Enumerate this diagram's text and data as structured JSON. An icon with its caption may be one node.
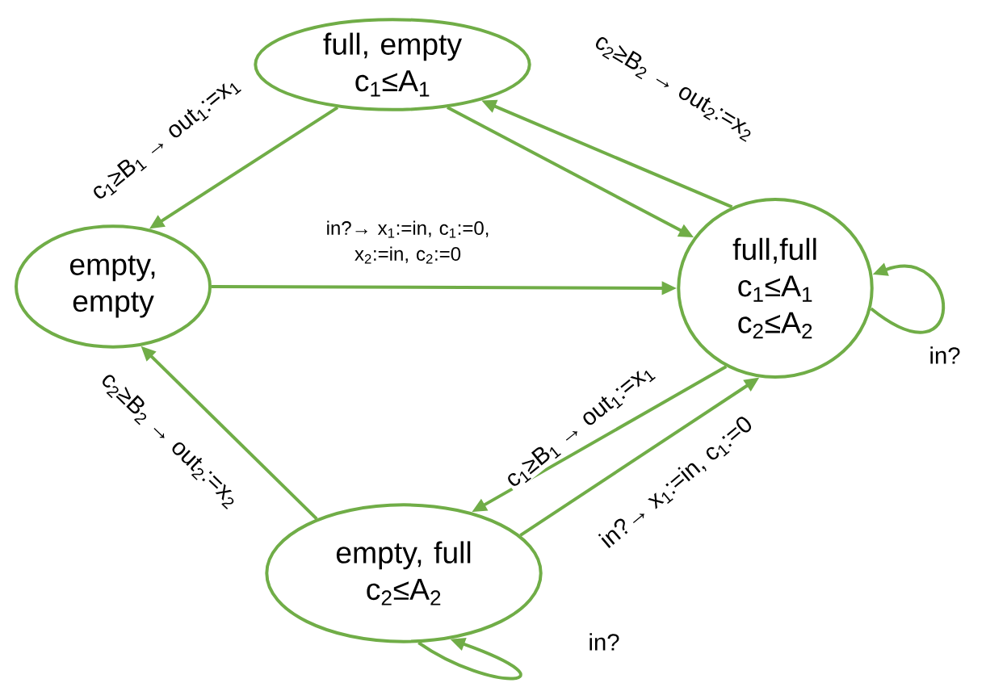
{
  "diagram": {
    "nodes": [
      {
        "text": [
          "full, empty",
          "c$_{1}$≤A$_{1}$"
        ]
      },
      {
        "text": [
          "empty, empty"
        ]
      },
      {
        "text": [
          "full,full",
          "c$_{1}$≤A$_{1}$",
          "c$_{2}$≤A$_{2}$"
        ]
      },
      {
        "text": [
          "empty, full",
          "c$_{2}$≤A$_{2}$"
        ]
      }
    ],
    "edges": [
      {
        "from": 0,
        "to": 1,
        "arrow": "to",
        "label": "c$_{1}$≥B$_{1}$ → out$_{1}$:=x$_{1}$"
      },
      {
        "from": 0,
        "to": 2,
        "arrow": "to"
      },
      {
        "from": 2,
        "to": 0,
        "arrow": "to",
        "label": "c$_{2}$≥B$_{2}$ → out$_{2}$:=x$_{2}$"
      },
      {
        "from": 1,
        "to": 2,
        "arrow": "to",
        "label": "in?→ x$_{1}$:=in, c$_{1}$:=0, x$_{2}$:=in, c$_{2}$:=0"
      },
      {
        "from": 2,
        "to": 2,
        "arrow": "to",
        "label": "in?"
      },
      {
        "from": 3,
        "to": 1,
        "arrow": "to",
        "label": "c$_{2}$≥B$_{2}$ → out$_{2}$:=x$_{2}$"
      },
      {
        "from": 2,
        "to": 3,
        "arrow": "to",
        "label": "c$_{1}$≥B$_{1}$ → out$_{1}$:=x$_{1}$"
      },
      {
        "from": 3,
        "to": 2,
        "arrow": "to",
        "label": "in?→ x$_{1}$:=in, c$_{1}$:=0"
      },
      {
        "from": 3,
        "to": 3,
        "arrow": "to",
        "label": "in?"
      }
    ]
  }
}
